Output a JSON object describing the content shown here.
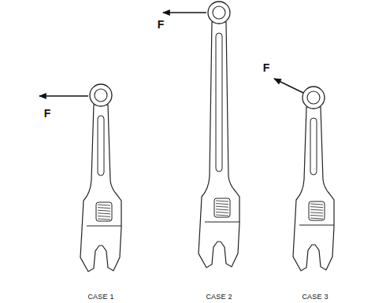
{
  "diagram": {
    "labels": [
      "F",
      "F",
      "F",
      "CASE 1",
      "CASE 2",
      "CASE 3"
    ]
  }
}
